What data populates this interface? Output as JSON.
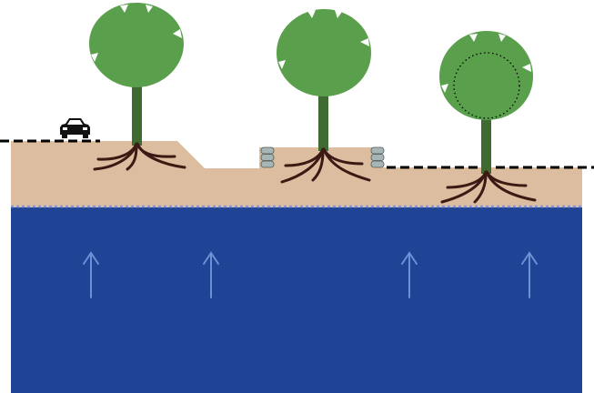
{
  "colors": {
    "background": "#ffffff",
    "soil": "#dcbd9f",
    "water": "#1f4496",
    "water_table_line": "#8a92c8",
    "arrow": "#6d8fd4",
    "canopy": "#5aa04c",
    "trunk": "#3f6b32",
    "roots": "#3b1a14",
    "ground_line": "#000000",
    "sandbag": "#a8b5b5",
    "car": "#111111"
  },
  "icons": {
    "car": "car-icon",
    "sandbag": "sandbag-stack-icon",
    "arrow": "up-arrow-icon"
  },
  "trees": [
    {
      "name": "tree-raised-bed",
      "root_zone_marked": false
    },
    {
      "name": "tree-sunken-bed",
      "root_zone_marked": false
    },
    {
      "name": "tree-level-ground",
      "root_zone_marked": true
    }
  ],
  "upward_arrow_count": 4
}
